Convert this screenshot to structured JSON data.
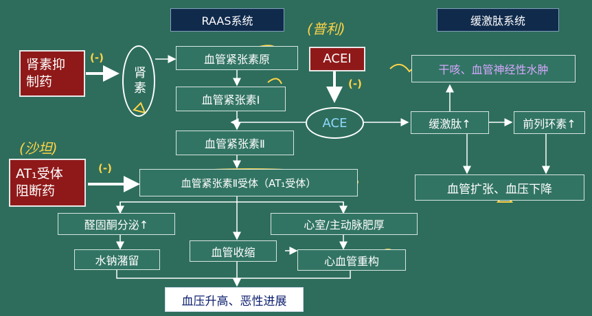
{
  "headers": {
    "raas": "RAAS系统",
    "kinin": "缓激肽系统"
  },
  "drugs": {
    "renin_inhibitor": "肾素抑制药",
    "acei": "ACEI",
    "at1_blocker_line1": "AT₁受体",
    "at1_blocker_line2": "阻断药"
  },
  "nodes": {
    "renin": "肾素",
    "angiotensinogen": "血管紧张素原",
    "ang1": "血管紧张素Ⅰ",
    "ang2": "血管紧张素Ⅱ",
    "at1_receptor": "血管紧张素Ⅱ受体（AT₁受体）",
    "ace": "ACE",
    "bradykinin": "缓激肽↑",
    "prostaglandin": "前列环素↑",
    "dry_cough": "干咳、血管神经性水肿",
    "vasodilation": "血管扩张、血压下降",
    "aldosterone": "醛固酮分泌↑",
    "ventricle": "心室/主动脉肥厚",
    "sodium_retention": "水钠潴留",
    "vasoconstriction": "血管收缩",
    "remodeling": "心血管重构",
    "result": "血压升高、恶性进展"
  },
  "inhibit_marks": {
    "minus": "(-)"
  },
  "handwritten": {
    "acei_note": "(普利)",
    "arb_note": "(沙坦)"
  },
  "colors": {
    "board": "#2e6d5c",
    "drug_box": "#8f1919",
    "header_box": "#102a4c",
    "annotation_yellow": "#ffd447",
    "cough_text": "#d6a8ff"
  }
}
